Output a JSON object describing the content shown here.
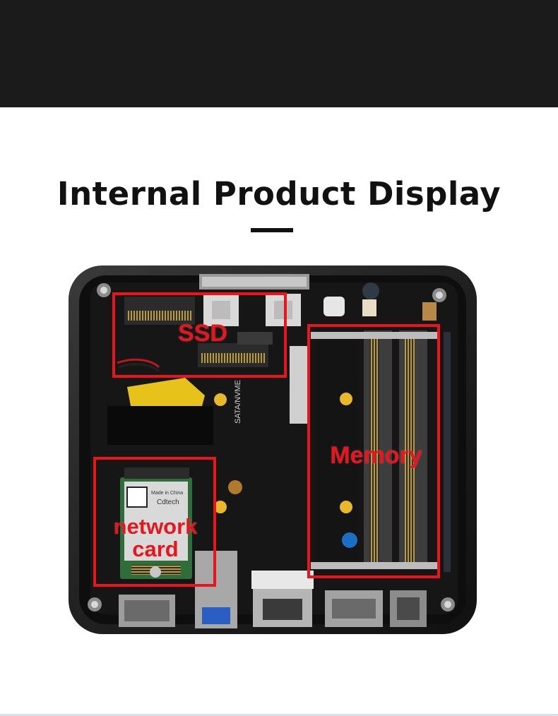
{
  "page": {
    "heading": "Internal Product Display"
  },
  "callouts": {
    "ssd": "SSD",
    "memory": "Memory",
    "network_line1": "network",
    "network_line2": "card"
  },
  "board_print": {
    "wifi_brand": "Cdtech",
    "wifi_origin": "Made in China",
    "slot_label": "SATA/NVME"
  },
  "colors": {
    "callout_red": "#e8161c",
    "top_band": "#1b1b1b",
    "board": "#151515"
  }
}
